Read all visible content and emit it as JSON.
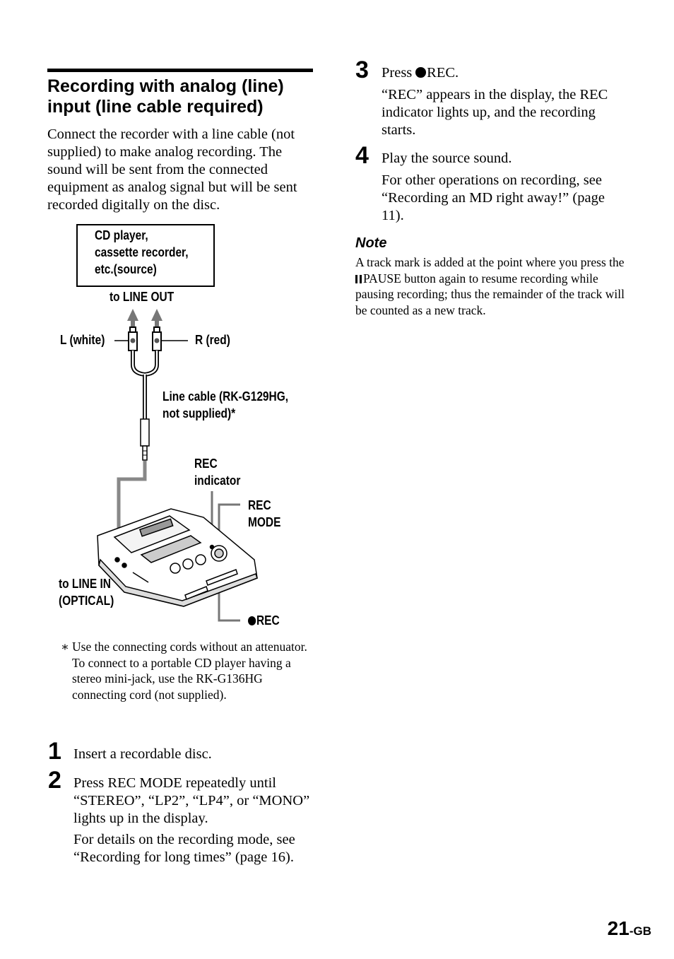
{
  "heading": "Recording with analog (line) input (line cable required)",
  "intro": "Connect the recorder with a line cable (not supplied) to make analog recording. The sound will be sent from the connected equipment as analog signal but will be sent recorded digitally on the disc.",
  "diagram": {
    "source_lines": [
      "CD player,",
      "cassette recorder,",
      "etc.(source)"
    ],
    "to_line_out": "to LINE OUT",
    "l_white": "L (white)",
    "r_red": "R (red)",
    "line_cable_lines": [
      "Line cable (RK-G129HG,",
      "not supplied)*"
    ],
    "rec_indicator_lines": [
      "REC",
      "indicator"
    ],
    "rec_mode_lines": [
      "REC",
      "MODE"
    ],
    "to_line_in_lines": [
      "to LINE IN",
      "(OPTICAL)"
    ],
    "rec_button": "REC"
  },
  "footnote": {
    "mark": "∗",
    "text": "Use the connecting cords without an attenuator. To connect to a portable CD player having a stereo mini-jack, use the RK-G136HG connecting cord (not supplied)."
  },
  "steps": [
    {
      "num": "1",
      "lines": [
        "Insert a recordable disc."
      ]
    },
    {
      "num": "2",
      "lines": [
        "Press REC MODE repeatedly until “STEREO”, “LP2”, “LP4”, or “MONO” lights up in the display.",
        "For details on the recording mode, see “Recording for long times” (page 16)."
      ]
    },
    {
      "num": "3",
      "press": "Press ",
      "rec": "REC.",
      "detail": "“REC” appears in the display, the REC indicator lights up, and the recording starts."
    },
    {
      "num": "4",
      "lines": [
        "Play the source sound.",
        "For other operations on recording, see “Recording an MD right away!” (page 11)."
      ]
    }
  ],
  "note": {
    "title": "Note",
    "before": "A track mark is added at the point where you press the ",
    "pause_label": "PAUSE",
    "after": " button again to resume recording while pausing recording; thus the remainder of the track will be counted as a new track."
  },
  "page_number": {
    "num": "21",
    "suffix": "-GB"
  }
}
